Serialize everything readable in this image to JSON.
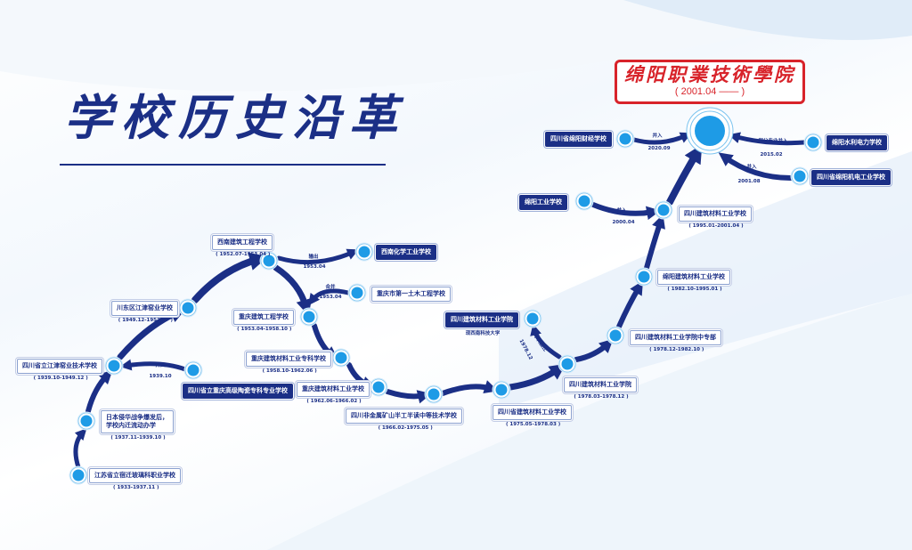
{
  "title": "学校历史沿革",
  "final": {
    "name": "绵阳职業技術學院",
    "period": "( 2001.04 —— )"
  },
  "colors": {
    "primary": "#1b2f86",
    "node": "#1e9be6",
    "accent": "#d8232a"
  },
  "nodes": [
    {
      "name": "江苏省立宿迁玻璃科职业学校",
      "period": "( 1933-1937.11 )",
      "style": "outline"
    },
    {
      "name": "日本侵华战争爆发后，\n学校内迁流动办学",
      "period": "( 1937.11-1939.10 )",
      "style": "outline"
    },
    {
      "name": "四川省立江津窑业技术学校",
      "period": "( 1939.10-1949.12 )",
      "style": "outline"
    },
    {
      "name": "四川省立重庆高级陶瓷专科专业学校",
      "period": "",
      "style": "filled"
    },
    {
      "name": "川东区江津窑业学校",
      "period": "( 1949.12-1952.07 )",
      "style": "outline"
    },
    {
      "name": "西南建筑工程学校",
      "period": "( 1952.07-1953.04 )",
      "style": "outline"
    },
    {
      "name": "西南化学工业学校",
      "period": "",
      "style": "filled"
    },
    {
      "name": "重庆市第一土木工程学校",
      "period": "",
      "style": "outline"
    },
    {
      "name": "重庆建筑工程学校",
      "period": "( 1953.04-1958.10 )",
      "style": "outline"
    },
    {
      "name": "重庆建筑材料工业专科学校",
      "period": "( 1958.10-1962.06 )",
      "style": "outline"
    },
    {
      "name": "重庆建筑材料工业学校",
      "period": "( 1962.06-1966.02 )",
      "style": "outline"
    },
    {
      "name": "四川非金属矿山半工半读中等技术学校",
      "period": "( 1966.02-1975.05 )",
      "style": "outline"
    },
    {
      "name": "四川省建筑材料工业学校",
      "period": "( 1975.05-1978.03 )",
      "style": "outline"
    },
    {
      "name": "四川建筑材料工业学院",
      "period": "( 1978.03-1978.12 )",
      "style": "outline"
    },
    {
      "name": "四川建筑材料工业学院",
      "period": "",
      "note": "现西南科技大学",
      "style": "filled"
    },
    {
      "name": "四川建筑材料工业学院中专部",
      "period": "( 1978.12-1982.10 )",
      "style": "outline"
    },
    {
      "name": "绵阳建筑材料工业学校",
      "period": "( 1982.10-1995.01 )",
      "style": "outline"
    },
    {
      "name": "四川建筑材料工业学校",
      "period": "( 1995.01-2001.04 )",
      "style": "outline"
    },
    {
      "name": "绵阳工业学校",
      "period": "",
      "style": "filled"
    },
    {
      "name": "四川省绵阳财经学校",
      "period": "",
      "style": "filled"
    },
    {
      "name": "绵阳水利电力学校",
      "period": "",
      "style": "filled"
    },
    {
      "name": "四川省绵阳机电工业学校",
      "period": "",
      "style": "filled"
    }
  ],
  "edge_labels": [
    {
      "action": "并入",
      "date": "1939.10"
    },
    {
      "action": "输出",
      "date": "1953.04"
    },
    {
      "action": "合并",
      "date": "1953.04"
    },
    {
      "action": "本科搬迁",
      "date": "1978.12"
    },
    {
      "action": "并入",
      "date": "2000.04"
    },
    {
      "action": "并入",
      "date": "2020.09"
    },
    {
      "action": "部分专业并入",
      "date": "2015.02"
    },
    {
      "action": "并入",
      "date": "2001.08"
    }
  ]
}
